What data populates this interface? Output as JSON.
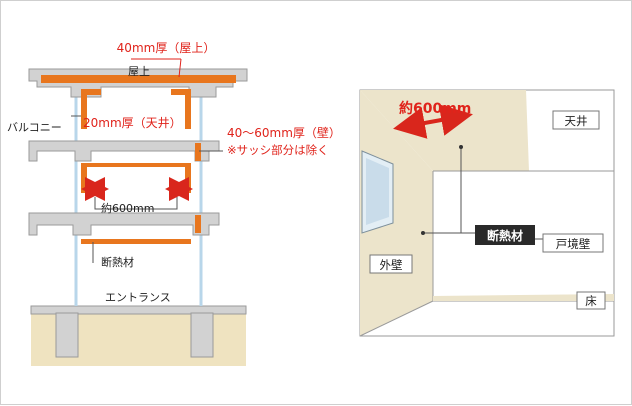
{
  "left_diagram": {
    "roof_label": "屋上",
    "balcony_label": "バルコニー",
    "roof_insulation": "40mm厚（屋上）",
    "ceiling_insulation": "20mm厚（天井）",
    "wall_insulation": "40～60mm厚（壁）",
    "sash_note": "※サッシ部分は除く",
    "width_label": "約600mm",
    "insulation_label": "断熱材",
    "entrance_label": "エントランス"
  },
  "right_diagram": {
    "width_label": "約600mm",
    "ceiling_label": "天井",
    "insulation_label": "断熱材",
    "party_wall_label": "戸境壁",
    "exterior_wall_label": "外壁",
    "floor_label": "床"
  },
  "colors": {
    "insulation": "#e8761e",
    "concrete": "#d2d2d2",
    "concrete_stroke": "#9a9a9a",
    "ground": "#efe3c0",
    "wall_beige": "#ece4cb",
    "arrow_red": "#d9261c",
    "label_red": "#e0231b",
    "label_box_dark": "#2a2a2a",
    "pipe_blue": "#b8d6ea"
  }
}
